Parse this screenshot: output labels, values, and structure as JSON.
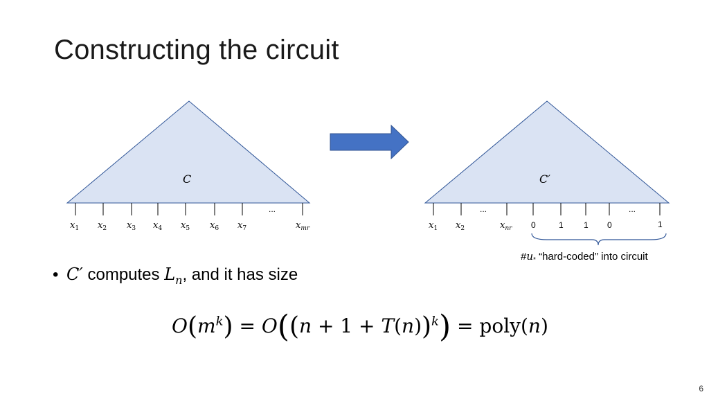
{
  "title": "Constructing the circuit",
  "left_circuit": {
    "label": "C",
    "ellipsis": "...",
    "inputs": [
      "x₁",
      "x₂",
      "x₃",
      "x₄",
      "x₅",
      "x₆",
      "x₇",
      "x_mr"
    ],
    "input_subs": [
      "1",
      "2",
      "3",
      "4",
      "5",
      "6",
      "7",
      "mr"
    ]
  },
  "right_circuit": {
    "label": "C′",
    "ellipsis_left": "...",
    "ellipsis_right": "...",
    "inputs": [
      "x",
      "x",
      "x"
    ],
    "input_subs": [
      "1",
      "2",
      "nr"
    ],
    "bits": [
      "0",
      "1",
      "1",
      "0",
      "1"
    ]
  },
  "brace_annotation": {
    "prefix": "#",
    "var": "u",
    "sub": "*",
    "text": "“hard-coded” into circuit"
  },
  "bullet": {
    "c_prime": "C′",
    "text1": " computes ",
    "l_n": "L",
    "l_sub": "n",
    "text2": ", and it has size"
  },
  "formula": {
    "O1": "O",
    "m": "m",
    "k1": "k",
    "eq1": " = ",
    "O2": "O",
    "n1": "n",
    "plus1": " + 1 + ",
    "T": "T",
    "n2": "n",
    "k2": "k",
    "eq2": " = ",
    "poly": "poly",
    "n3": "n"
  },
  "colors": {
    "triangle_fill": "#dae3f3",
    "triangle_stroke": "#2f5597",
    "arrow_fill": "#4472c4",
    "arrow_stroke": "#2f528f"
  },
  "slide_number": "6"
}
